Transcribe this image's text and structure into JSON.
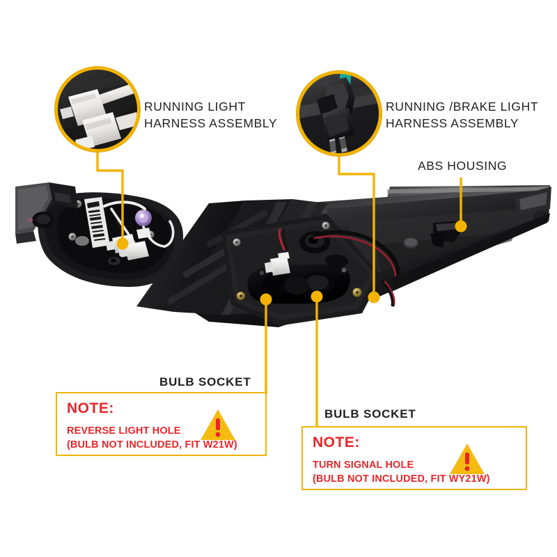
{
  "page": {
    "background": "#ffffff",
    "accent_yellow": "#F2B304",
    "note_red": "#E8262A",
    "label_black": "#231f20"
  },
  "callouts": [
    {
      "id": "running-light-harness",
      "label": "RUNNING LIGHT\nHARNESS ASSEMBLY",
      "photo_alt": "white-connector-pair"
    },
    {
      "id": "running-brake-light-harness",
      "label": "RUNNING /BRAKE LIGHT\nHARNESS ASSEMBLY",
      "photo_alt": "black-bulb-socket"
    }
  ],
  "labels": {
    "abs_housing": "ABS HOUSING",
    "bulb_socket_left": "BULB SOCKET",
    "bulb_socket_right": "BULB SOCKET"
  },
  "notes": [
    {
      "id": "reverse-light-note",
      "title": "NOTE:",
      "body": "REVERSE LIGHT HOLE\n(BULB NOT INCLUDED, FIT W21W)",
      "icon": "warning-triangle-icon"
    },
    {
      "id": "turn-signal-note",
      "title": "NOTE:",
      "body": "TURN SIGNAL HOLE\n(BULB NOT INCLUDED, FIT WY21W)",
      "icon": "warning-triangle-icon"
    }
  ],
  "product": {
    "name": "tail-light-assembly",
    "description": "automotive LED tail light rear view showing housing, wiring harness and bulb socket holes"
  }
}
